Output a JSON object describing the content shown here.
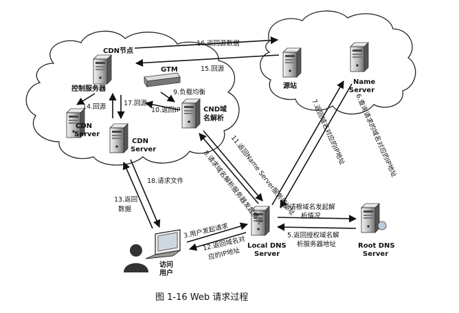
{
  "nodes": {
    "cdn_node": "CDN节点",
    "control_server": "控制服务器",
    "gtm": "GTM",
    "cdn_server_left_1": "CDN",
    "cdn_server_left_2": "Server",
    "cdn_server_mid_1": "CDN",
    "cdn_server_mid_2": "Server",
    "cdn_dns_1": "CND域",
    "cdn_dns_2": "名解析",
    "origin": "源站",
    "name_server_1": "Name",
    "name_server_2": "Server",
    "local_dns_1": "Local DNS",
    "local_dns_2": "Server",
    "root_dns_1": "Root DNS",
    "root_dns_2": "Server",
    "user_1": "访问",
    "user_2": "用户"
  },
  "steps": {
    "s3": "3.用户发起请求",
    "s4a": "4.请根域名发起解",
    "s4b": "析情况",
    "s5a": "5.返回授权域名解",
    "s5b": "析服务器地址",
    "s6": "6.查询请求的域名对应的IP地址",
    "s7": "7.返回域名对应的IP地址",
    "s8": "8.请求域名解析服务器发起情况",
    "s9": "9.负载均衡",
    "s10": "10.返回IP",
    "s11": "11.返回Name Server服务器地址",
    "s12a": "12.返回域名对",
    "s12b": "应的IP地址",
    "s13a": "13.返回",
    "s13b": "数据",
    "s14": "14.回源",
    "s15": "15.回源",
    "s16": "16.返回源数据",
    "s17": "17.回源",
    "s18": "18.请求文件"
  },
  "caption": "图 1-16    Web 请求过程"
}
